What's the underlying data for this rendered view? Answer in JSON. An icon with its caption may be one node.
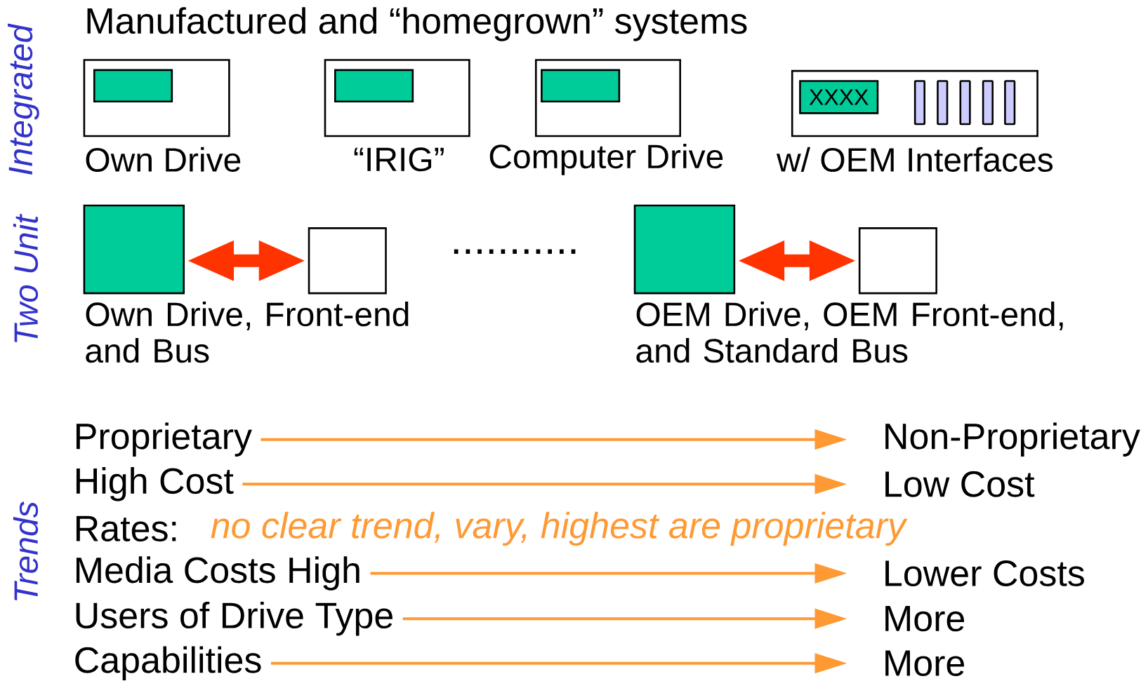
{
  "diagram": {
    "title": "Manufactured and “homegrown” systems",
    "nodes": [
      {
        "text": [],
        "shape": "box",
        "beside": [
          "Own Drive"
        ]
      },
      {
        "text": [],
        "shape": "box",
        "in": 0
      },
      {
        "text": [],
        "shape": "box",
        "beside": [
          "“IRIG”"
        ]
      },
      {
        "text": [],
        "shape": "box",
        "in": 2
      },
      {
        "text": [],
        "shape": "box",
        "beside": [
          "Computer Drive"
        ]
      },
      {
        "text": [],
        "shape": "box",
        "in": 4
      },
      {
        "text": [],
        "shape": "box",
        "beside": [
          "w/ OEM Interfaces"
        ]
      },
      {
        "text": [
          "XXXX"
        ],
        "in": 6
      },
      {
        "text": [],
        "shape": "bar",
        "in": 6
      },
      {
        "text": [],
        "shape": "bar",
        "in": 6
      },
      {
        "text": [],
        "shape": "bar",
        "in": 6
      },
      {
        "text": [],
        "shape": "bar",
        "in": 6
      },
      {
        "text": [],
        "shape": "bar",
        "in": 6
      },
      {
        "text": [],
        "shape": "box",
        "beside": [
          "Own Drive, Front-end and Bus"
        ]
      },
      {
        "text": [],
        "shape": "box"
      },
      {
        "text": [],
        "shape": "box",
        "beside": [
          "OEM Drive, OEM Front-end, and Standard Bus"
        ]
      },
      {
        "text": [],
        "shape": "box"
      },
      {
        "text": [
          "Proprietary"
        ]
      },
      {
        "text": [
          "Non-Proprietary"
        ]
      },
      {
        "text": [
          "High Cost"
        ]
      },
      {
        "text": [
          "Low Cost"
        ]
      },
      {
        "text": [
          "Media Costs High"
        ]
      },
      {
        "text": [
          "Lower Costs"
        ]
      },
      {
        "text": [
          "Users of Drive Type"
        ]
      },
      {
        "text": [
          "More"
        ]
      },
      {
        "text": [
          "Capabilities"
        ]
      },
      {
        "text": [
          "More"
        ]
      }
    ],
    "edges": [
      {
        "from": 13,
        "to": 14,
        "arrow": "both",
        "style": "thick",
        "color": "#ff3300"
      },
      {
        "from": 15,
        "to": 16,
        "arrow": "both",
        "style": "thick",
        "color": "#ff3300"
      },
      {
        "from": 17,
        "to": 18,
        "arrow": "to"
      },
      {
        "from": 19,
        "to": 20,
        "arrow": "to"
      },
      {
        "from": 21,
        "to": 22,
        "arrow": "to"
      },
      {
        "from": 23,
        "to": 24,
        "arrow": "to"
      },
      {
        "from": 25,
        "to": 26,
        "arrow": "to"
      }
    ],
    "labels": [
      "Integrated",
      "Two Unit",
      "...........",
      "Trends",
      "Rates:",
      "no clear trend, vary, highest are proprietary"
    ]
  }
}
